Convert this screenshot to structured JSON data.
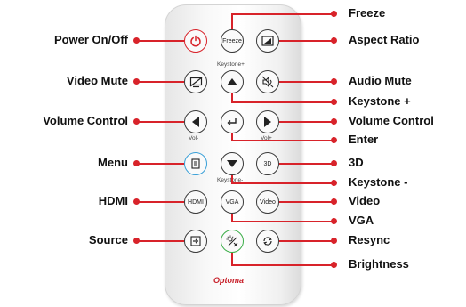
{
  "labels": {
    "power": "Power On/Off",
    "video_mute": "Video Mute",
    "volume_left": "Volume Control",
    "menu": "Menu",
    "hdmi": "HDMI",
    "source": "Source",
    "freeze": "Freeze",
    "aspect_ratio": "Aspect Ratio",
    "audio_mute": "Audio Mute",
    "keystone_plus": "Keystone +",
    "volume_right": "Volume Control",
    "enter": "Enter",
    "three_d": "3D",
    "keystone_minus": "Keystone -",
    "video": "Video",
    "vga": "VGA",
    "resync": "Resync",
    "brightness": "Brightness"
  },
  "remote": {
    "freeze_btn": "Freeze",
    "keystone_plus_text": "Keystone+",
    "keystone_minus_text": "Keystone-",
    "vol_minus_text": "Vol-",
    "vol_plus_text": "Vol+",
    "three_d_btn": "3D",
    "hdmi_btn": "HDMI",
    "vga_btn": "VGA",
    "video_btn": "Video",
    "brand": "Optoma"
  },
  "colors": {
    "accent": "#d8232a",
    "menu_ring": "#3aa0d8",
    "brightness_ring": "#3cae49"
  }
}
